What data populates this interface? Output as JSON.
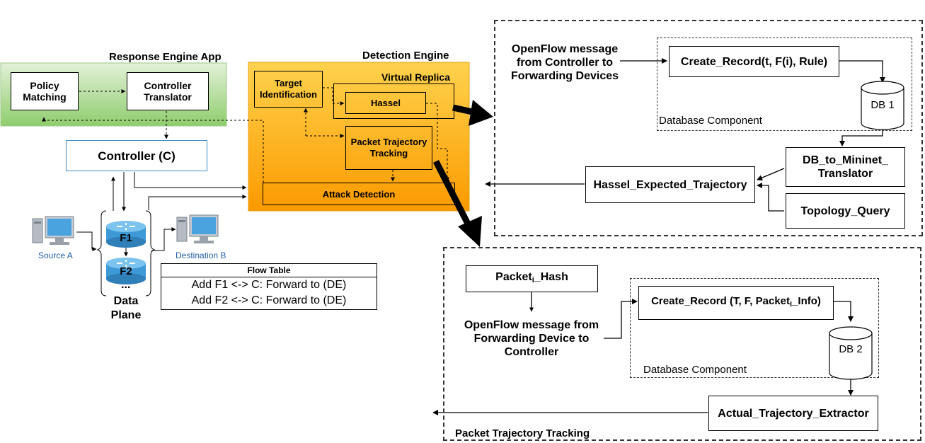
{
  "response_engine": {
    "title": "Response Engine App",
    "policy_matching": "Policy Matching",
    "controller_translator": "Controller Translator"
  },
  "controller": {
    "label": "Controller (C)"
  },
  "detection_engine": {
    "title": "Detection Engine",
    "virtual_replica": "Virtual Replica",
    "target_identification": "Target Identification",
    "hassel": "Hassel",
    "packet_trajectory_tracking": "Packet Trajectory Tracking",
    "attack_detection": "Attack Detection"
  },
  "data_plane": {
    "source": "Source A",
    "destination": "Destination B",
    "switch_1": "F1",
    "switch_2": "F2",
    "ellipsis": "...",
    "label_line1": "Data",
    "label_line2": "Plane"
  },
  "flow_table": {
    "header": "Flow Table",
    "rows": [
      "Add F1 <-> C: Forward to (DE)",
      "Add F2 <-> C: Forward to (DE)"
    ]
  },
  "upper_region": {
    "openflow_msg": [
      "OpenFlow message",
      "from Controller to",
      "Forwarding Devices"
    ],
    "create_record": "Create_Record(t, F(i), Rule)",
    "db": "DB 1",
    "db_component": "Database Component",
    "db_to_mininet": [
      "DB_to_Mininet_",
      "Translator"
    ],
    "hassel_expected": "Hassel_Expected_Trajectory",
    "topology_query": "Topology_Query"
  },
  "lower_region": {
    "title": "Packet Trajectory Tracking",
    "packet_hash_pre": "Packet",
    "packet_hash_sub": "i",
    "packet_hash_post": "_Hash",
    "openflow_msg": [
      "OpenFlow message from",
      "Forwarding Device to",
      "Controller"
    ],
    "create_record_pre": "Create_Record (T, F, Packet",
    "create_record_sub": "i",
    "create_record_post": "_Info)",
    "db": "DB 2",
    "db_component": "Database Component",
    "actual_extractor": "Actual_Trajectory_Extractor"
  },
  "colors": {
    "response_engine_top": "#e3f1d8",
    "response_engine_bottom": "#8fcd6d",
    "detection_engine_top": "#ffd24d",
    "detection_engine_bottom": "#fb9a00",
    "controller_border": "#3d8bc4",
    "label_blue": "#1f5fa8"
  }
}
